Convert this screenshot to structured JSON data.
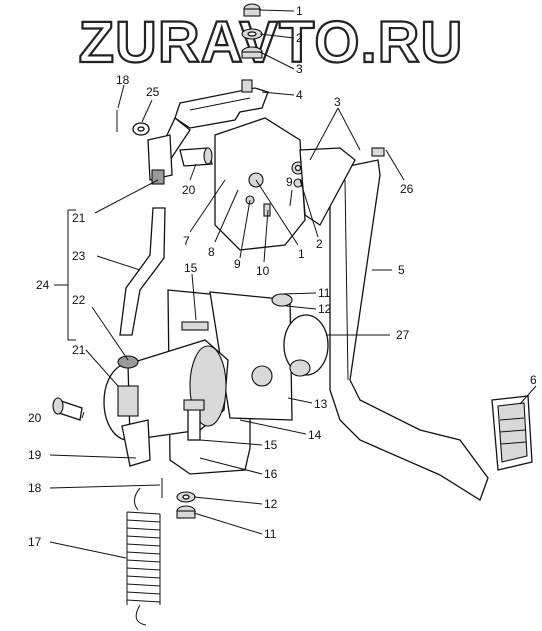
{
  "watermark": "ZURAVTO.RU",
  "callouts": [
    "1",
    "2",
    "3",
    "4",
    "3",
    "26",
    "5",
    "9",
    "2",
    "1",
    "10",
    "9",
    "8",
    "7",
    "20",
    "21",
    "18",
    "25",
    "23",
    "24",
    "15",
    "11",
    "12",
    "27",
    "22",
    "21",
    "13",
    "14",
    "15",
    "16",
    "20",
    "19",
    "18",
    "12",
    "11",
    "17",
    "6"
  ]
}
